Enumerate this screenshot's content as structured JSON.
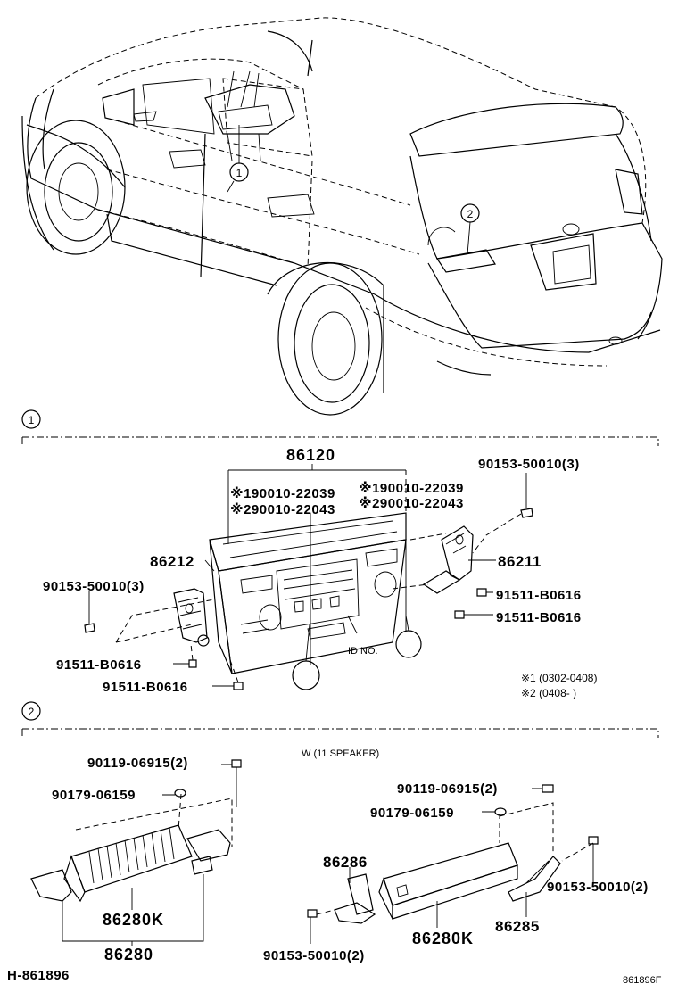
{
  "callouts": {
    "c1": "1",
    "c2": "2"
  },
  "section1": {
    "label": "1",
    "parts": {
      "p86120": "86120",
      "p86212": "86212",
      "p86211": "86211",
      "ref1a": "※190010-22039",
      "ref2a": "※290010-22043",
      "ref1b": "※190010-22039",
      "ref2b": "※290010-22043",
      "screw_tr": "90153-50010(3)",
      "screw_l": "90153-50010(3)",
      "bolt_r1": "91511-B0616",
      "bolt_r2": "91511-B0616",
      "bolt_l1": "91511-B0616",
      "bolt_l2": "91511-B0616",
      "id_no": "ID NO."
    },
    "notes": {
      "n1": "※1 (0302-0408)",
      "n2": "※2 (0408-        )"
    }
  },
  "section2": {
    "label": "2",
    "caption": "W (11 SPEAKER)",
    "parts": {
      "l_screw": "90119-06915(2)",
      "l_washer": "90179-06159",
      "l_amp": "86280K",
      "l_assy": "86280",
      "r_screw": "90119-06915(2)",
      "r_washer": "90179-06159",
      "r_86286": "86286",
      "r_bolt_r": "90153-50010(2)",
      "r_86285": "86285",
      "r_amp": "86280K",
      "r_bolt_l": "90153-50010(2)"
    }
  },
  "footer": {
    "left_code": "H-861896",
    "right_code": "861896F"
  }
}
